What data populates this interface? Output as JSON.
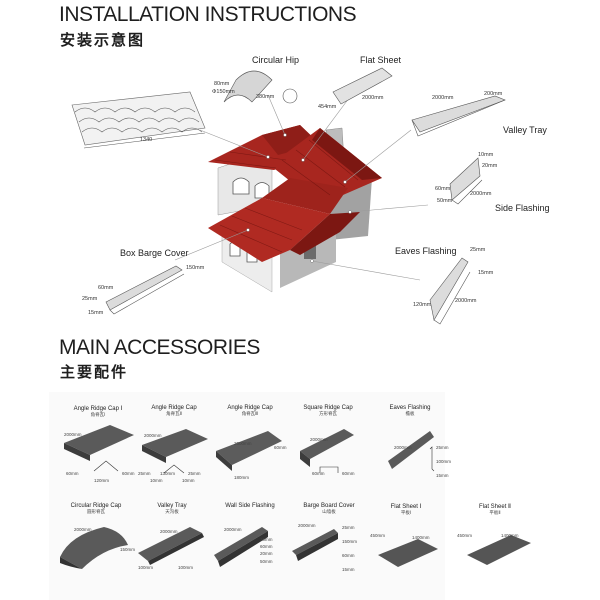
{
  "install": {
    "title": "INSTALLATION INSTRUCTIONS",
    "subtitle_cn": "安装示意图",
    "items": {
      "circular_hip": {
        "label": "Circular Hip",
        "dims": [
          "80mm",
          "Φ150mm",
          "380mm"
        ]
      },
      "flat_sheet": {
        "label": "Flat Sheet",
        "dims": [
          "454mm",
          "2000mm"
        ]
      },
      "valley_tray": {
        "label": "Valley Tray",
        "dims": [
          "2000mm",
          "200mm"
        ]
      },
      "side_flashing": {
        "label": "Side Flashing",
        "dims": [
          "10mm",
          "20mm",
          "60mm",
          "50mm",
          "2000mm"
        ]
      },
      "eaves_flashing": {
        "label": "Eaves Flashing",
        "dims": [
          "25mm",
          "15mm",
          "120mm",
          "2000mm"
        ]
      },
      "box_barge_cover": {
        "label": "Box Barge Cover",
        "dims": [
          "150mm",
          "60mm",
          "25mm",
          "15mm"
        ]
      },
      "tile": {
        "dims": [
          "1340"
        ]
      }
    }
  },
  "accessories": {
    "title": "MAIN ACCESSORIES",
    "subtitle_cn": "主要配件",
    "cards": [
      {
        "title": "Angle Ridge Cap Ⅰ",
        "sub": "角脊瓦Ⅰ",
        "dims": [
          "2000mm",
          "60mm",
          "60mm",
          "120mm"
        ]
      },
      {
        "title": "Angle Ridge Cap",
        "sub": "角脊瓦Ⅱ",
        "dims": [
          "2000mm",
          "25mm",
          "130mm",
          "25mm",
          "10mm",
          "10mm"
        ]
      },
      {
        "title": "Angle Ridge Cap",
        "sub": "角脊瓦Ⅲ",
        "dims": [
          "2000mm",
          "60mm",
          "180mm"
        ]
      },
      {
        "title": "Square Ridge Cap",
        "sub": "方形脊瓦",
        "dims": [
          "2000mm",
          "60mm",
          "60mm"
        ]
      },
      {
        "title": "Eaves Flashing",
        "sub": "檐板",
        "dims": [
          "2000mm",
          "25mm",
          "100mm",
          "15mm"
        ]
      },
      {
        "title": "Circular Ridge Cap",
        "sub": "圆形脊瓦",
        "dims": [
          "2000mm",
          "150mm"
        ]
      },
      {
        "title": "Valley Tray",
        "sub": "天沟板",
        "dims": [
          "2000mm",
          "100mm",
          "100mm"
        ]
      },
      {
        "title": "Wall Side Flashing",
        "sub": "泛水板",
        "dims": [
          "2000mm",
          "10mm",
          "60mm",
          "20mm",
          "50mm"
        ]
      },
      {
        "title": "Barge Board Cover",
        "sub": "山墙板",
        "dims": [
          "2000mm",
          "25mm",
          "150mm",
          "60mm",
          "15mm"
        ]
      },
      {
        "title": "Flat Sheet Ⅰ",
        "sub": "平板Ⅰ",
        "dims": [
          "450mm",
          "1400mm"
        ]
      },
      {
        "title": "Flat Sheet Ⅱ",
        "sub": "平板Ⅱ",
        "dims": [
          "450mm",
          "1400mm"
        ]
      }
    ]
  },
  "colors": {
    "roof": "#a8261f",
    "roof_dark": "#7c1712",
    "wall": "#e6e6e6",
    "wall_shade": "#9a9a9a",
    "metal": "#555555"
  }
}
